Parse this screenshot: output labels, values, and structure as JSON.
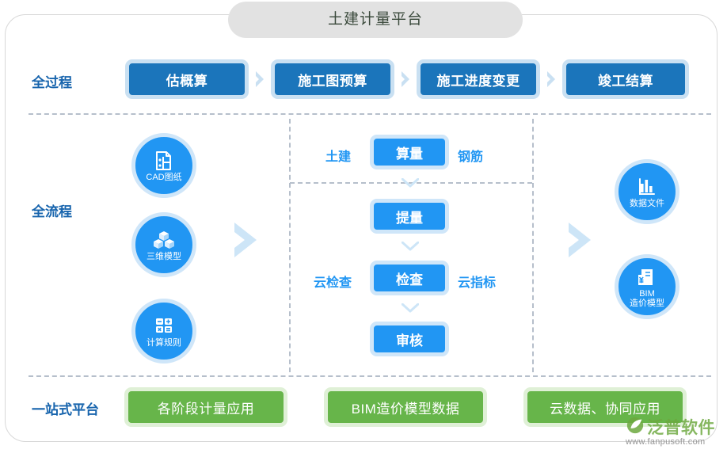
{
  "title": "土建计量平台",
  "rows": {
    "all_process_label": "全过程",
    "all_flow_label": "全流程",
    "platform_label": "一站式平台"
  },
  "stages": [
    {
      "label": "估概算",
      "icon": "chevron-right-icon"
    },
    {
      "label": "施工图预算",
      "icon": "chevron-right-icon"
    },
    {
      "label": "施工进度变更",
      "icon": "chevron-right-icon"
    },
    {
      "label": "竣工结算",
      "icon": ""
    }
  ],
  "inputs": [
    {
      "label": "CAD图纸",
      "icon": "cad-drawing-icon"
    },
    {
      "label": "三维模型",
      "icon": "cubes-3d-icon"
    },
    {
      "label": "计算规则",
      "icon": "calculator-icon"
    }
  ],
  "middle": {
    "steps": [
      {
        "label": "算量",
        "left": "土建",
        "right": "钢筋"
      },
      {
        "label": "提量",
        "left": "",
        "right": ""
      },
      {
        "label": "检查",
        "left": "云检查",
        "right": "云指标"
      },
      {
        "label": "审核",
        "left": "",
        "right": ""
      }
    ],
    "down_icon": "chevron-down-icon"
  },
  "outputs": [
    {
      "label": "数据文件",
      "icon": "bar-chart-icon"
    },
    {
      "label": "BIM\n造价模型",
      "icon": "building-price-icon"
    }
  ],
  "flow_arrows": {
    "left_icon": "chevron-right-big-icon",
    "right_icon": "chevron-right-big-icon"
  },
  "platform_items": [
    {
      "label": "各阶段计量应用"
    },
    {
      "label": "BIM造价模型数据"
    },
    {
      "label": "云数据、协同应用"
    }
  ],
  "watermark": {
    "name": "泛普软件",
    "url": "www.fanpusoft.com",
    "icon": "leaf-logo-icon"
  },
  "colors": {
    "stage_blue": "#1b75bb",
    "stage_blue_border": "#c9e0f2",
    "node_blue": "#2196f3",
    "node_blue_border": "#cfe6f9",
    "green": "#67b54a",
    "green_border": "#dff0d6",
    "label_blue": "#1764ad",
    "title_gray": "#e2e2e2",
    "dash_gray": "#b6bfcb"
  }
}
